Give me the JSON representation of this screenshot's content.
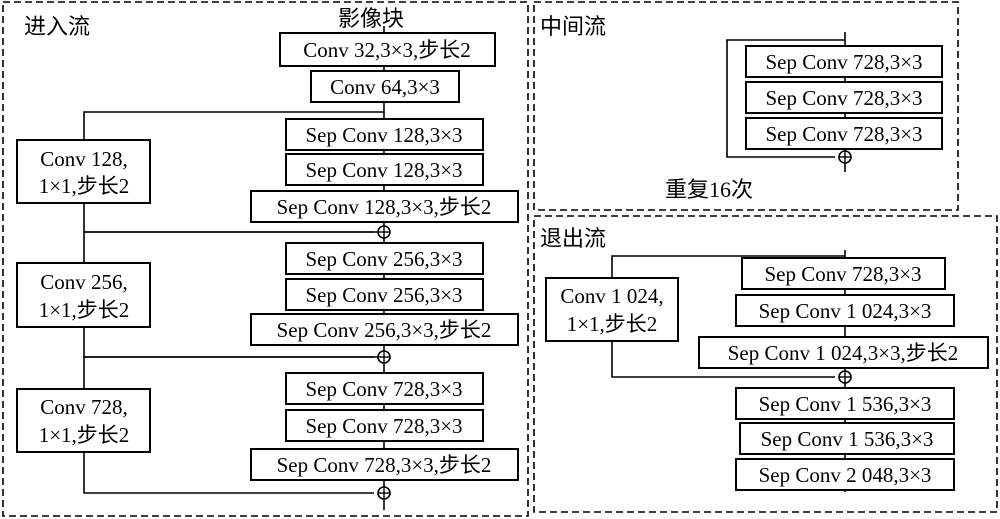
{
  "entry": {
    "title": "进入流",
    "input_label": "影像块",
    "blocks": {
      "c1": "Conv 32,3×3,步长2",
      "c2": "Conv 64,3×3",
      "s1a": "Sep Conv 128,3×3",
      "s1b": "Sep Conv 128,3×3",
      "s1c": "Sep Conv 128,3×3,步长2",
      "r1": [
        "Conv 128,",
        "1×1,步长2"
      ],
      "s2a": "Sep Conv 256,3×3",
      "s2b": "Sep Conv 256,3×3",
      "s2c": "Sep Conv 256,3×3,步长2",
      "r2": [
        "Conv 256,",
        "1×1,步长2"
      ],
      "s3a": "Sep Conv 728,3×3",
      "s3b": "Sep Conv 728,3×3",
      "s3c": "Sep Conv 728,3×3,步长2",
      "r3": [
        "Conv 728,",
        "1×1,步长2"
      ]
    }
  },
  "middle": {
    "title": "中间流",
    "repeat_label": "重复16次",
    "blocks": {
      "m1": "Sep Conv 728,3×3",
      "m2": "Sep Conv 728,3×3",
      "m3": "Sep Conv 728,3×3"
    }
  },
  "exit": {
    "title": "退出流",
    "blocks": {
      "e1": "Sep Conv 728,3×3",
      "e2": "Sep Conv 1 024,3×3",
      "e3": "Sep Conv 1 024,3×3,步长2",
      "er": [
        "Conv 1 024,",
        "1×1,步长2"
      ],
      "e4": "Sep Conv 1 536,3×3",
      "e5": "Sep Conv 1 536,3×3",
      "e6": "Sep Conv 2 048,3×3"
    }
  }
}
